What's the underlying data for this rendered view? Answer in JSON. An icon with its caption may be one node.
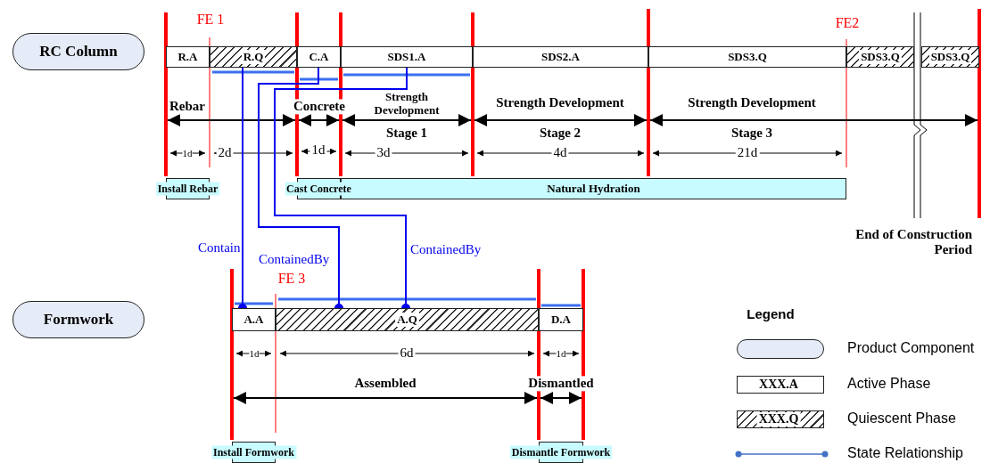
{
  "diagram": {
    "nodes": [
      {
        "text": [
          "RC Column"
        ]
      },
      {
        "text": [
          "R.A"
        ]
      },
      {
        "text": [
          "R.Q"
        ]
      },
      {
        "text": [
          "C.A"
        ]
      },
      {
        "text": [
          "SDS1.A"
        ]
      },
      {
        "text": [
          "SDS2.A"
        ]
      },
      {
        "text": [
          "SDS3.Q"
        ]
      },
      {
        "text": [
          "SDS3.Q"
        ]
      },
      {
        "text": [
          "SDS3.Q"
        ]
      },
      {
        "text": [
          "Install Rebar"
        ]
      },
      {
        "text": [
          "Cast Concrete"
        ]
      },
      {
        "text": [
          "Natural Hydration"
        ]
      },
      {
        "text": [
          "Formwork"
        ]
      },
      {
        "text": [
          "A.A"
        ]
      },
      {
        "text": [
          "A.Q"
        ]
      },
      {
        "text": [
          "D.A"
        ]
      },
      {
        "text": [
          "Install Formwork"
        ]
      },
      {
        "text": [
          "Dismantle Formwork"
        ]
      }
    ],
    "edges": [
      {
        "from": 2,
        "to": 13,
        "arrow": "other",
        "label": "Contain"
      },
      {
        "from": 3,
        "to": 14,
        "arrow": "other",
        "label": "ContainedBy"
      },
      {
        "from": 4,
        "to": 14,
        "arrow": "other",
        "label": "ContainedBy"
      }
    ],
    "labels": [
      "FE 1",
      "FE2",
      "Rebar",
      "Concrete",
      "Strength Development",
      "Strength Development",
      "Strength Development",
      "Stage 1",
      "Stage 2",
      "Stage 3",
      "1d",
      "2d",
      "1d",
      "3d",
      "4d",
      "21d",
      "End of Construction Period",
      "FE 3",
      "Legend",
      "1d",
      "6d",
      "1d",
      "Assembled",
      "Dismantled",
      "XXX.A",
      "XXX.Q"
    ],
    "legend": [
      {
        "text": "Product Component"
      },
      {
        "text": "Active Phase"
      },
      {
        "text": "Quiescent Phase"
      },
      {
        "text": "State Relationship"
      }
    ]
  }
}
